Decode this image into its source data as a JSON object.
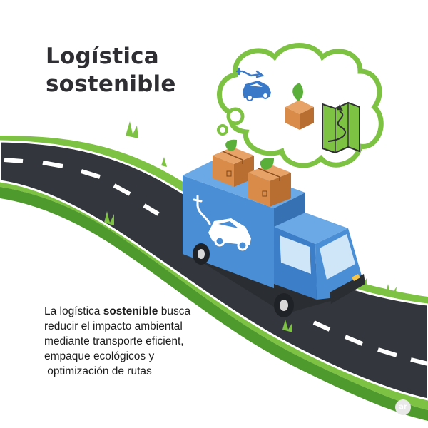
{
  "title": {
    "line1": "Logística",
    "line2": "sostenible"
  },
  "description": {
    "line1_before": "La logística ",
    "line1_bold": "sostenible",
    "line1_after": " busca",
    "line2": "reducir el impacto ambiental",
    "line3": "mediante transporte eficient,",
    "line4": "empaque ecológicos y",
    "line5": " optimización de rutas"
  },
  "logo_text": "ar",
  "colors": {
    "road": "#33373d",
    "road_edge": "#ffffff",
    "grass": "#7dc242",
    "grass_dark": "#4e9a2c",
    "truck_blue": "#4a8fd6",
    "truck_blue_dark": "#3571b3",
    "box": "#d98c4a",
    "box_dark": "#b86d31",
    "leaf": "#5aae3a",
    "cloud_stroke": "#7dc242"
  },
  "icons": [
    "ev-charging-icon",
    "electric-car-icon",
    "eco-box-icon",
    "route-map-icon",
    "plug-icon"
  ]
}
